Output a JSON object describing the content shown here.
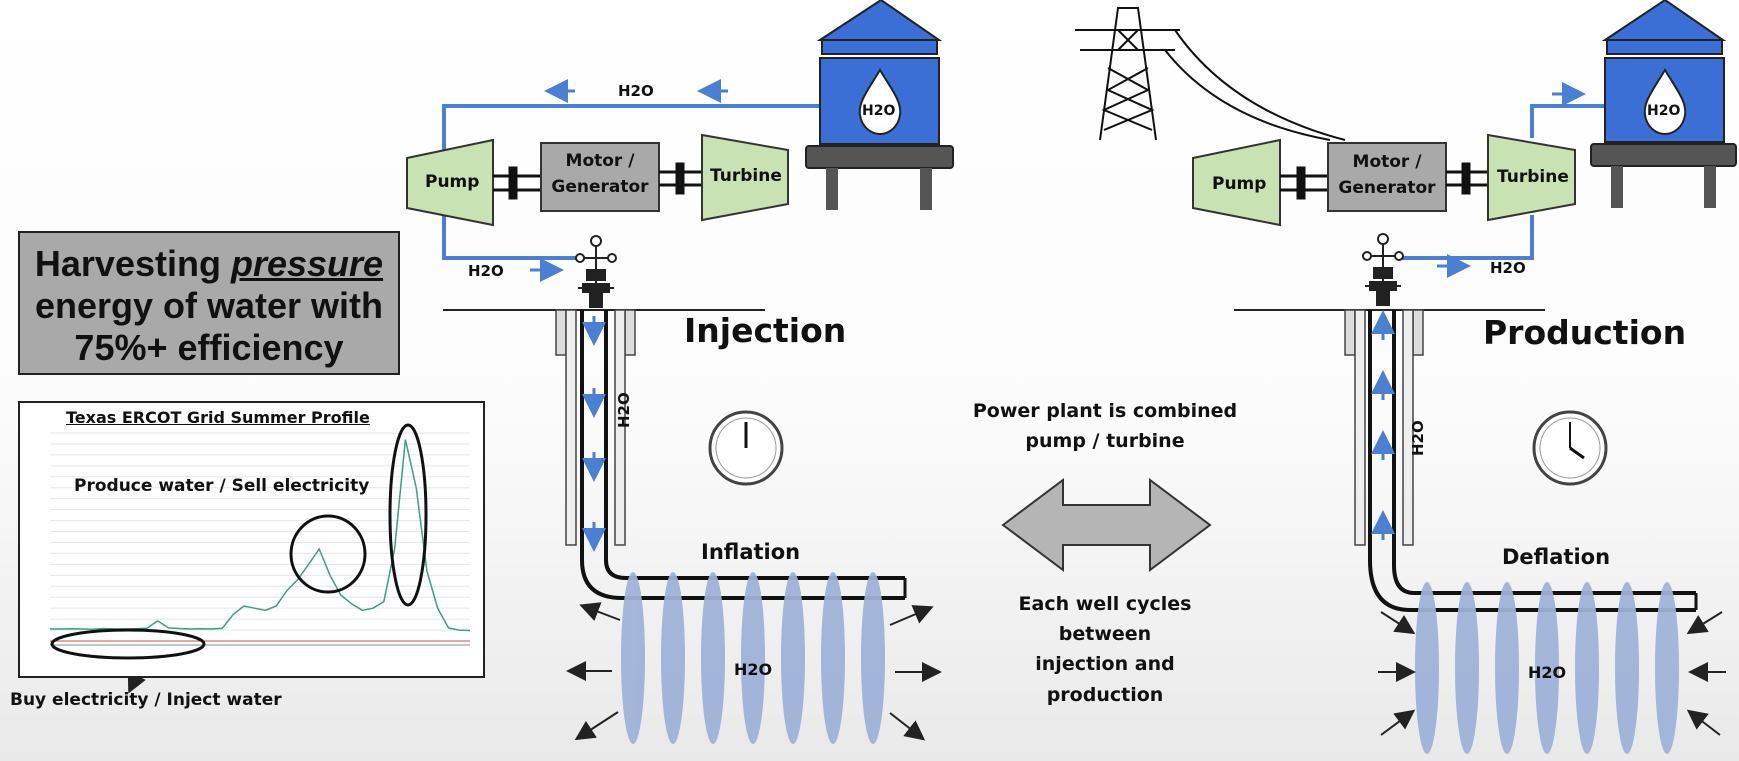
{
  "colors": {
    "pipe": "#4a7fd2",
    "tank": "#3b6fd6",
    "machine_green": "#c9e2b3",
    "machine_gray": "#a9a9a9",
    "ellipse": "#9fb2d8",
    "arrow_gray": "#b5b5b5",
    "flow_arrow": "#4a7fd2"
  },
  "headline": {
    "line1_prefix": "Harvesting ",
    "line1_emph": "pressure",
    "line2": "energy of water with",
    "line3": "75%+ efficiency"
  },
  "left_system": {
    "pump": "Pump",
    "motor_line1": "Motor /",
    "motor_line2": "Generator",
    "turbine": "Turbine",
    "tank_label": "H2O",
    "top_pipe_label": "H2O",
    "bottom_pipe_label": "H2O",
    "well_label": "H2O",
    "mode": "Injection",
    "phase": "Inflation",
    "reservoir_label": "H2O"
  },
  "right_system": {
    "pump": "Pump",
    "motor_line1": "Motor /",
    "motor_line2": "Generator",
    "turbine": "Turbine",
    "tank_label": "H2O",
    "pipe_label": "H2O",
    "well_label": "H2O",
    "mode": "Production",
    "phase": "Deflation",
    "reservoir_label": "H2O"
  },
  "center": {
    "top_line1": "Power plant is combined",
    "top_line2": "pump / turbine",
    "bottom_line1": "Each well cycles",
    "bottom_line2": "between",
    "bottom_line3": "injection and",
    "bottom_line4": "production"
  },
  "chart": {
    "title": "Texas ERCOT Grid Summer Profile",
    "callout_top": "Produce water / Sell electricity",
    "callout_bottom": "Buy electricity / Inject water"
  },
  "chart_data": {
    "type": "line",
    "title": "Texas ERCOT Grid Summer Profile",
    "series": [
      {
        "color": "#3aa17a",
        "values": [
          55,
          55,
          56,
          55,
          54,
          57,
          55,
          55,
          56,
          58,
          92,
          60,
          57,
          55,
          56,
          55,
          58,
          120,
          160,
          150,
          140,
          160,
          230,
          280,
          350,
          420,
          300,
          210,
          170,
          140,
          150,
          180,
          420,
          920,
          700,
          320,
          150,
          60,
          50,
          48
        ]
      }
    ]
  }
}
